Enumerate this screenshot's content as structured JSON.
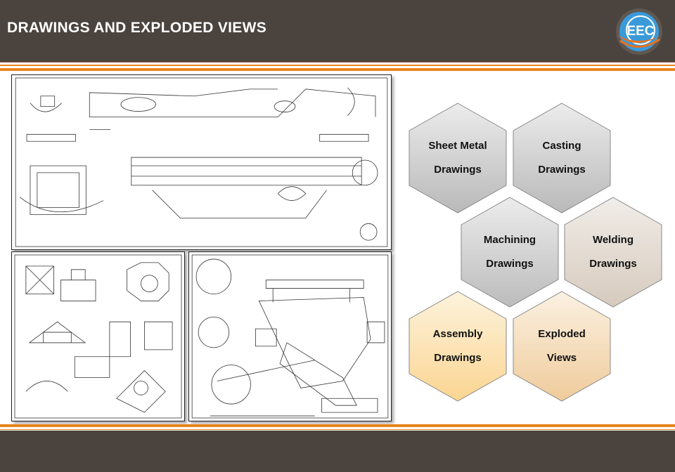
{
  "header": {
    "title": "DRAWINGS AND EXPLODED VIEWS",
    "logo_text": "EEC"
  },
  "colors": {
    "header_bg": "#4b433d",
    "accent_orange": "#e8851e"
  },
  "images": [
    {
      "name": "sheet-metal-drawing",
      "icon": "technical-drawing"
    },
    {
      "name": "machining-drawing",
      "icon": "technical-drawing"
    },
    {
      "name": "exploded-view-drawing",
      "icon": "technical-drawing"
    }
  ],
  "hexagons": [
    {
      "line1": "Sheet Metal",
      "line2": "Drawings",
      "top": "#ececec",
      "bottom": "#b9b9b9"
    },
    {
      "line1": "Casting",
      "line2": "Drawings",
      "top": "#ececec",
      "bottom": "#b9b9b9"
    },
    {
      "line1": "Machining",
      "line2": "Drawings",
      "top": "#ececec",
      "bottom": "#bcbcbc"
    },
    {
      "line1": "Welding",
      "line2": "Drawings",
      "top": "#f1ede8",
      "bottom": "#d6cabd"
    },
    {
      "line1": "Assembly",
      "line2": "Drawings",
      "top": "#fdf3dc",
      "bottom": "#fbd592"
    },
    {
      "line1": "Exploded",
      "line2": "Views",
      "top": "#fbf1e2",
      "bottom": "#efcb9b"
    }
  ]
}
